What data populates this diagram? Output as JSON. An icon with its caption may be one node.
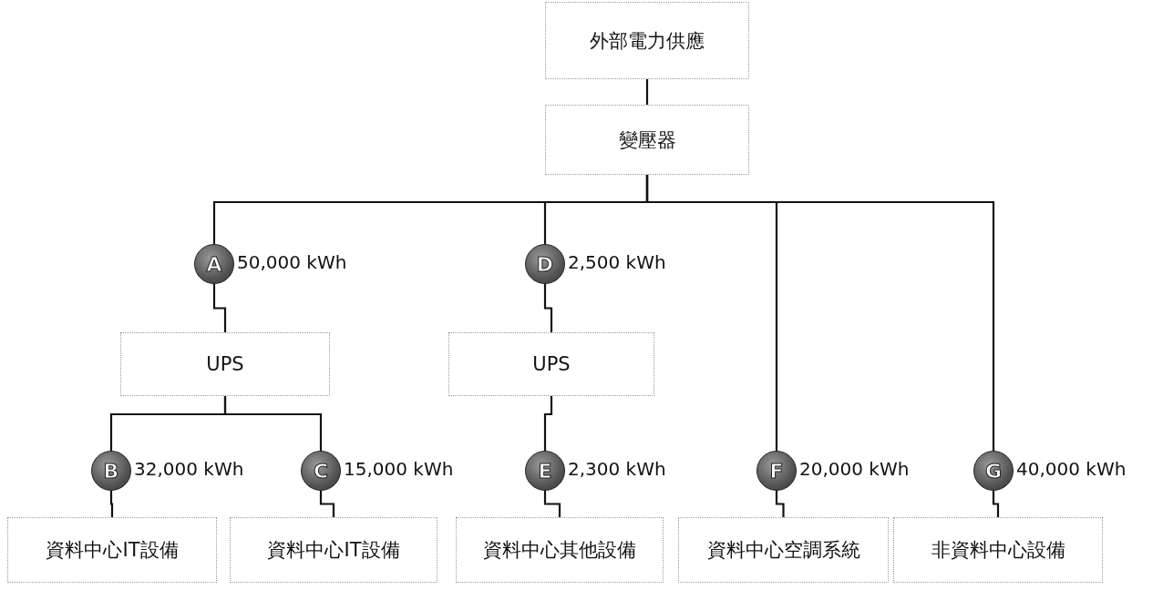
{
  "diagram": {
    "nodes": [
      {
        "text": [
          "外部電力供應"
        ]
      },
      {
        "text": [
          "變壓器"
        ]
      },
      {
        "text": [
          "A"
        ],
        "beside": [
          "50,000 kWh"
        ]
      },
      {
        "text": [
          "D"
        ],
        "beside": [
          "2,500 kWh"
        ]
      },
      {
        "text": [
          "UPS"
        ]
      },
      {
        "text": [
          "UPS"
        ]
      },
      {
        "text": [
          "B"
        ],
        "beside": [
          "32,000 kWh"
        ]
      },
      {
        "text": [
          "C"
        ],
        "beside": [
          "15,000 kWh"
        ]
      },
      {
        "text": [
          "E"
        ],
        "beside": [
          "2,300 kWh"
        ]
      },
      {
        "text": [
          "F"
        ],
        "beside": [
          "20,000 kWh"
        ]
      },
      {
        "text": [
          "G"
        ],
        "beside": [
          "40,000 kWh"
        ]
      },
      {
        "text": [
          "資料中心IT設備"
        ]
      },
      {
        "text": [
          "資料中心IT設備"
        ]
      },
      {
        "text": [
          "資料中心其他設備"
        ]
      },
      {
        "text": [
          "資料中心空調系統"
        ]
      },
      {
        "text": [
          "非資料中心設備"
        ]
      }
    ],
    "edges": [
      {
        "from": 0,
        "to": 1,
        "arrow": "none"
      },
      {
        "from": 1,
        "to": 2,
        "arrow": "none"
      },
      {
        "from": 1,
        "to": 3,
        "arrow": "none"
      },
      {
        "from": 1,
        "to": 9,
        "arrow": "none"
      },
      {
        "from": 1,
        "to": 10,
        "arrow": "none"
      },
      {
        "from": 2,
        "to": 4,
        "arrow": "none"
      },
      {
        "from": 3,
        "to": 5,
        "arrow": "none"
      },
      {
        "from": 4,
        "to": 6,
        "arrow": "none"
      },
      {
        "from": 4,
        "to": 7,
        "arrow": "none"
      },
      {
        "from": 5,
        "to": 8,
        "arrow": "none"
      },
      {
        "from": 6,
        "to": 11,
        "arrow": "none"
      },
      {
        "from": 7,
        "to": 12,
        "arrow": "none"
      },
      {
        "from": 8,
        "to": 13,
        "arrow": "none"
      },
      {
        "from": 9,
        "to": 14,
        "arrow": "none"
      },
      {
        "from": 10,
        "to": 15,
        "arrow": "none"
      }
    ]
  }
}
